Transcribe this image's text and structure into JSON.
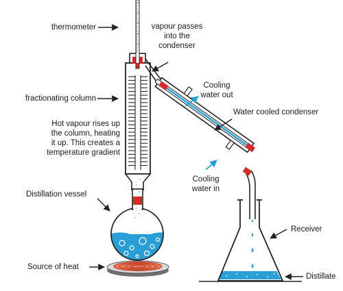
{
  "labels": {
    "thermometer": "thermometer",
    "vapour_passes": [
      "vapour passes",
      "into the",
      "condenser"
    ],
    "fractionating_column": "fractionating column",
    "hot_vapour": [
      "Hot vapour rises up",
      "the column, heating",
      "it up. This creates a",
      "temperature gradient"
    ],
    "cooling_water_out": [
      "Cooling",
      "water out"
    ],
    "water_cooled_condenser": "Water cooled condenser",
    "cooling_water_in": [
      "Cooling",
      "water in"
    ],
    "distillation_vessel": "Distillation vessel",
    "receiver": "Receiver",
    "source_of_heat": "Source of heat",
    "distillate": "Distillate"
  },
  "colors": {
    "liquid": "#2a9fd6",
    "water_arrow": "#2a9fd6",
    "stopper": "#d62b2b",
    "outline": "#222222",
    "heater_ring": "#d9553b",
    "heater_base": "#7a7a7a"
  }
}
